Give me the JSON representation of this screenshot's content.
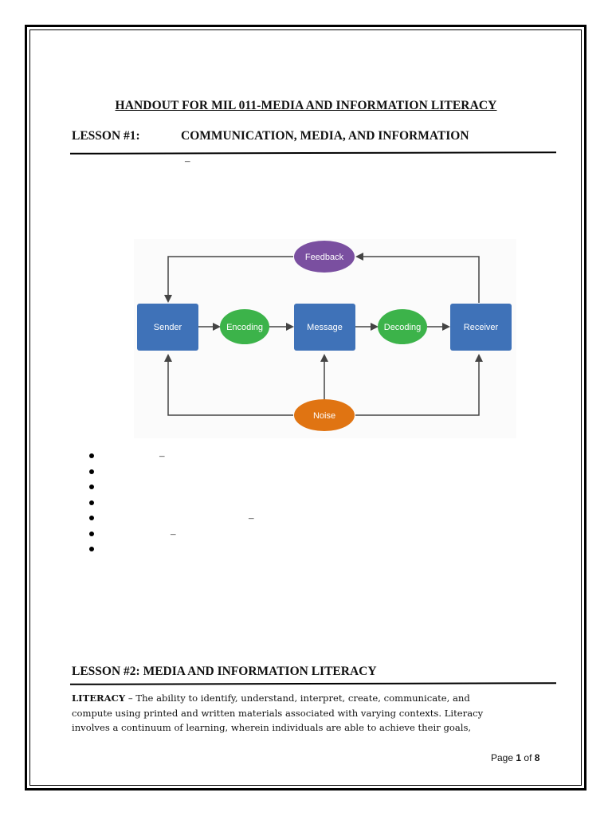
{
  "document": {
    "title": "HANDOUT FOR MIL 011-MEDIA AND INFORMATION LITERACY",
    "lesson1": {
      "number": "LESSON #1:",
      "title": "COMMUNICATION, MEDIA, AND INFORMATION",
      "dash": "–"
    },
    "diagram": {
      "nodes": {
        "sender": "Sender",
        "encoding": "Encoding",
        "message": "Message",
        "decoding": "Decoding",
        "receiver": "Receiver",
        "feedback": "Feedback",
        "noise": "Noise"
      },
      "colors": {
        "box": "#3f72b8",
        "encode": "#3cb34a",
        "feedback": "#7a4fa0",
        "noise": "#e07412",
        "arrow": "#444444"
      }
    },
    "bullets": {
      "dash": "–",
      "count": 7
    },
    "lesson2": {
      "title": "LESSON #2: MEDIA AND INFORMATION LITERACY"
    },
    "paragraph": {
      "term": "LITERACY",
      "line1": " – The ability to identify, understand, interpret, create, communicate, and",
      "line2": "compute using printed and written materials associated with varying contexts. Literacy",
      "line3": "involves a continuum of learning, wherein individuals are able to achieve their goals,"
    },
    "footer": {
      "page_word": "Page",
      "page_current": "1",
      "of_word": "of",
      "page_total": "8"
    }
  }
}
